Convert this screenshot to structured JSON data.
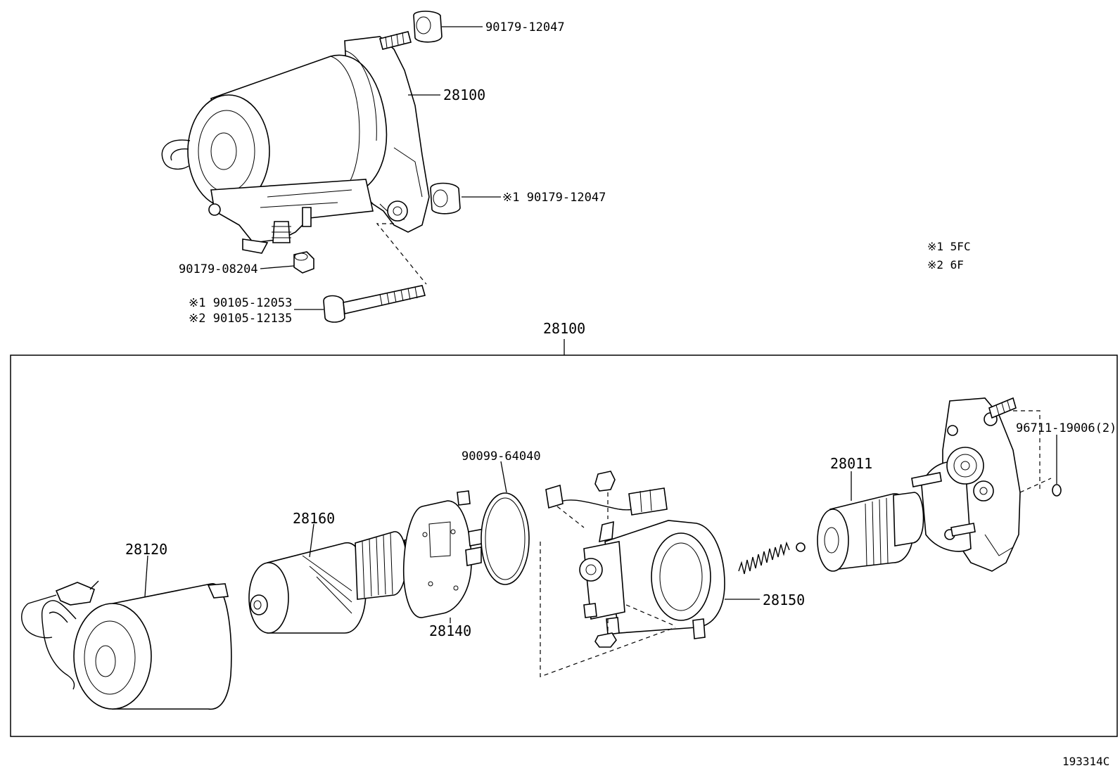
{
  "labels": {
    "p90179_12047_top": "90179-12047",
    "p28100_top": "28100",
    "p90179_12047_mid": "※1 90179-12047",
    "p90179_08204": "90179-08204",
    "p90105_12053": "※1 90105-12053",
    "p90105_12135": "※2 90105-12135",
    "p28100_frame": "28100",
    "p90099_64040": "90099-64040",
    "p28160": "28160",
    "p28120": "28120",
    "p28140": "28140",
    "p28150": "28150",
    "p28011": "28011",
    "p96711_19006": "96711-19006(2)"
  },
  "notes": {
    "note1": "※1  5FC",
    "note2": "※2  6F"
  },
  "figure_id": "193314C"
}
